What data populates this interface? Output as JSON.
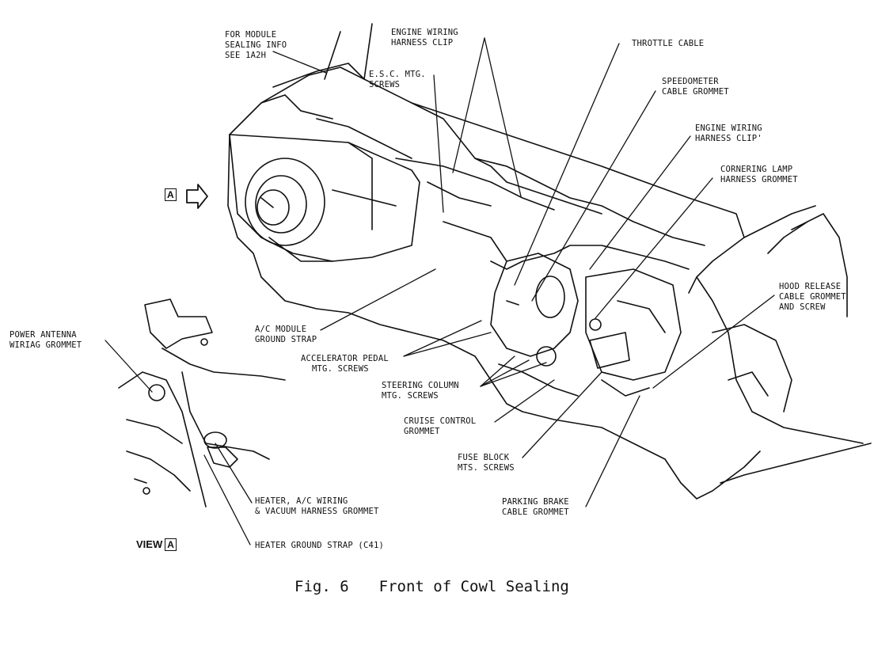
{
  "figure": {
    "number": "Fig. 6",
    "title": "Front of Cowl Sealing"
  },
  "view": {
    "label": "VIEW",
    "letter": "A"
  },
  "marker": {
    "letter": "A"
  },
  "callouts": [
    {
      "id": "module_info",
      "lines": [
        "FOR MODULE",
        "SEALING INFO",
        "SEE 1A2H"
      ]
    },
    {
      "id": "engine_wiring_clip_top",
      "lines": [
        "ENGINE WIRING",
        "HARNESS CLIP"
      ]
    },
    {
      "id": "esc_screws",
      "lines": [
        "E.S.C. MTG.",
        "SCREWS"
      ]
    },
    {
      "id": "throttle",
      "lines": [
        "THROTTLE CABLE"
      ]
    },
    {
      "id": "speedometer",
      "lines": [
        "SPEEDOMETER",
        "CABLE GROMMET"
      ]
    },
    {
      "id": "engine_wiring_clip_right",
      "lines": [
        "ENGINE WIRING",
        "HARNESS CLIP'"
      ]
    },
    {
      "id": "cornering_lamp",
      "lines": [
        "CORNERING LAMP",
        "HARNESS GROMMET"
      ]
    },
    {
      "id": "hood_release",
      "lines": [
        "HOOD RELEASE",
        "CABLE GROMMET",
        "AND SCREW"
      ]
    },
    {
      "id": "power_antenna",
      "lines": [
        "POWER ANTENNA",
        "WIRIAG GROMMET"
      ]
    },
    {
      "id": "ac_ground",
      "lines": [
        "A/C MODULE",
        "GROUND STRAP"
      ]
    },
    {
      "id": "accel_pedal",
      "lines": [
        "ACCELERATOR PEDAL",
        "MTG. SCREWS"
      ]
    },
    {
      "id": "steering_column",
      "lines": [
        "STEERING COLUMN",
        "MTG. SCREWS"
      ]
    },
    {
      "id": "cruise_control",
      "lines": [
        "CRUISE CONTROL",
        "GROMMET"
      ]
    },
    {
      "id": "fuse_block",
      "lines": [
        "FUSE BLOCK",
        "MTS. SCREWS"
      ]
    },
    {
      "id": "parking_brake",
      "lines": [
        "PARKING BRAKE",
        "CABLE GROMMET"
      ]
    },
    {
      "id": "heater_harness",
      "lines": [
        "HEATER, A/C WIRING",
        "& VACUUM HARNESS GROMMET"
      ]
    },
    {
      "id": "heater_ground",
      "lines": [
        "HEATER GROUND STRAP (C41)"
      ]
    }
  ]
}
